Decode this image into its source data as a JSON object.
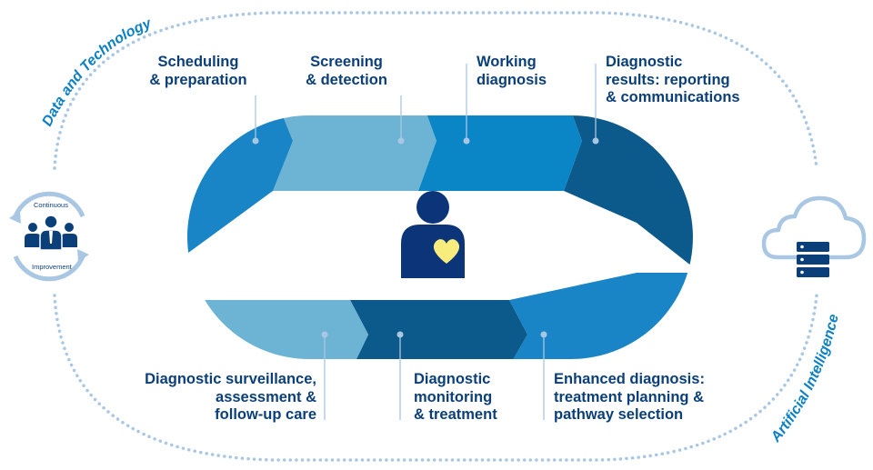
{
  "stages": [
    {
      "id": "scheduling",
      "label": "Scheduling\n& preparation"
    },
    {
      "id": "screening",
      "label": "Screening\n& detection"
    },
    {
      "id": "working",
      "label": "Working\ndiagnosis"
    },
    {
      "id": "results",
      "label": "Diagnostic\nresults: reporting\n& communications"
    },
    {
      "id": "enhanced",
      "label": "Enhanced diagnosis:\ntreatment planning &\npathway selection"
    },
    {
      "id": "monitoring",
      "label": "Diagnostic\nmonitoring\n& treatment"
    },
    {
      "id": "surveillance",
      "label": "Diagnostic surveillance,\nassessment &\nfollow-up care"
    }
  ],
  "outer_labels": {
    "top_left": "Data and Technology",
    "bottom_right": "Artificial Intelligence"
  },
  "continuous_improvement": {
    "top": "Continuous",
    "bottom": "Improvement"
  },
  "colors": {
    "navy": "#0b3f7a",
    "mid_blue": "#1a85c6",
    "light_blue": "#6db3d4",
    "bright_blue": "#0a86c7",
    "dark_blue": "#0b5a8b",
    "dot_blue": "#a9c7e2",
    "heart_yellow": "#f7ec7c",
    "person_navy": "#0b3578"
  },
  "icons": {
    "center": "person-heart-icon",
    "left": "team-continuous-improvement-icon",
    "right": "cloud-server-icon"
  }
}
